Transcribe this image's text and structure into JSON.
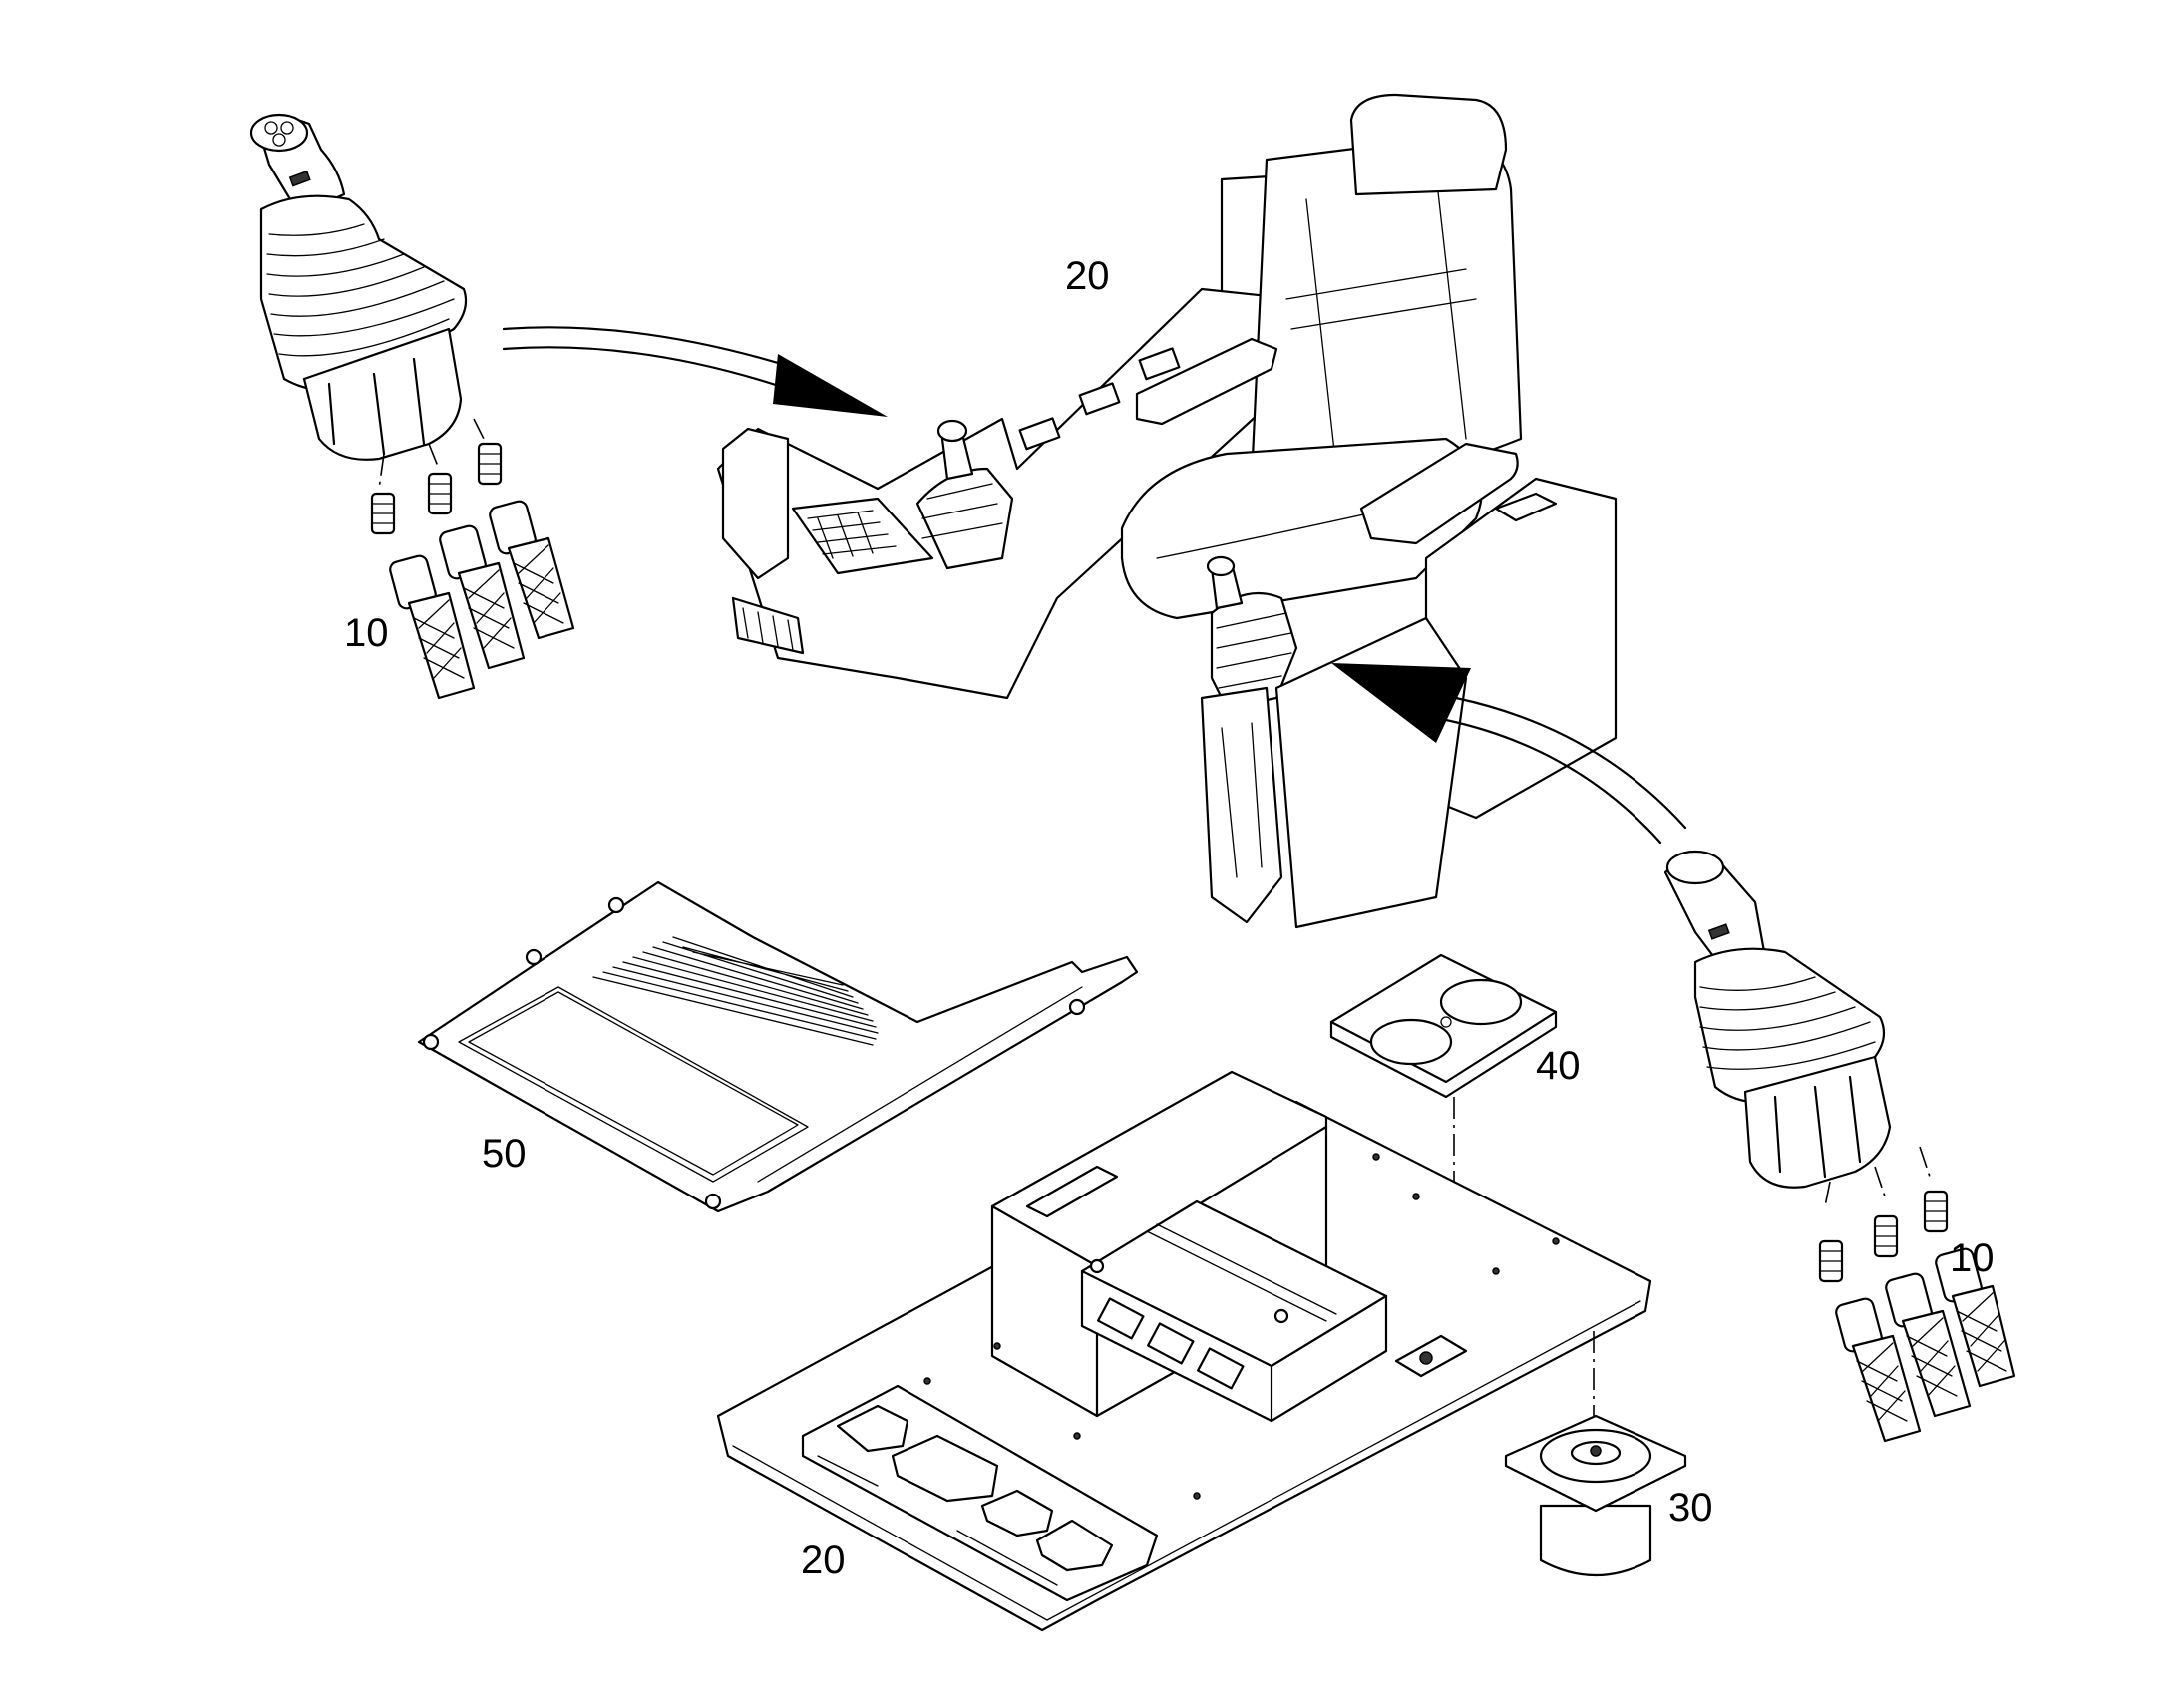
{
  "callouts": {
    "joystick_left": "10",
    "joystick_right": "10",
    "console_seat": "20",
    "floor_plate": "20",
    "damper": "30",
    "bracket_plate": "40",
    "floor_mat": "50"
  }
}
